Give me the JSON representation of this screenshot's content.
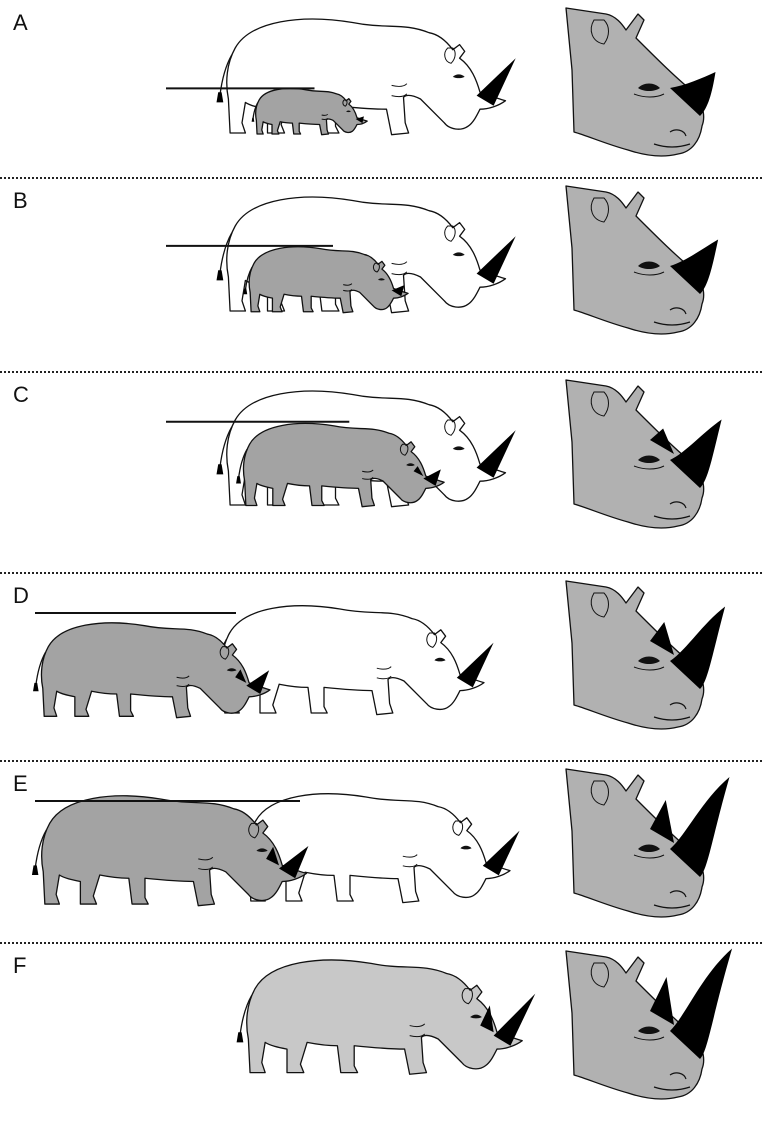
{
  "panels": [
    {
      "label": "A",
      "calf_scale": 0.4,
      "calf_position": "under",
      "front_horn": 0.2,
      "rear_horn": 0.0
    },
    {
      "label": "B",
      "calf_scale": 0.57,
      "calf_position": "under",
      "front_horn": 0.35,
      "rear_horn": 0.0
    },
    {
      "label": "C",
      "calf_scale": 0.72,
      "calf_position": "under",
      "front_horn": 0.55,
      "rear_horn": 0.15
    },
    {
      "label": "D",
      "calf_scale": 0.82,
      "calf_position": "beside",
      "front_horn": 0.75,
      "rear_horn": 0.3
    },
    {
      "label": "E",
      "calf_scale": 0.95,
      "calf_position": "beside",
      "front_horn": 1.0,
      "rear_horn": 0.5
    },
    {
      "label": "F",
      "calf_scale": 1.0,
      "calf_position": "alone",
      "front_horn": 1.15,
      "rear_horn": 0.6
    }
  ],
  "colors": {
    "calf_fill": "#a3a3a3",
    "adult_fill": "#ffffff",
    "head_fill": "#b1b1b1",
    "adult_F_fill": "#c8c8c8",
    "horn": "#000000",
    "outline": "#111111"
  }
}
